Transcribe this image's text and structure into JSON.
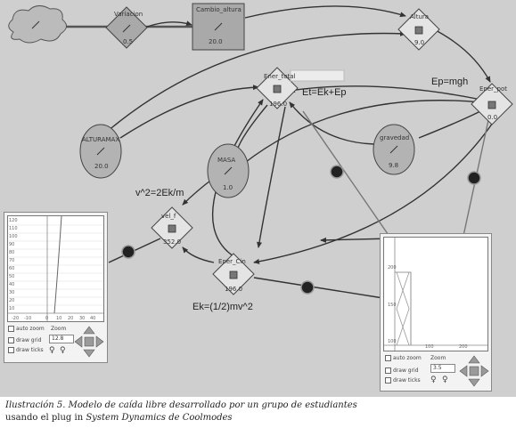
{
  "nodes": {
    "variacion": {
      "label": "Variacion",
      "value": "0.5"
    },
    "cambio_altura": {
      "label": "Cambio_altura",
      "value": "20.0"
    },
    "altura": {
      "label": "Altura",
      "value": "9.0"
    },
    "ener_total": {
      "label": "Ener_total",
      "value": "196.0"
    },
    "energia_potencial": {
      "label": "Ener_pot",
      "value": "0.0"
    },
    "alturamax": {
      "label": "ALTURAMAX",
      "value": "20.0"
    },
    "masa": {
      "label": "MASA",
      "value": "1.0"
    },
    "gravedad": {
      "label": "gravedad",
      "value": "9.8"
    },
    "vel": {
      "label": "vel_f",
      "value": "352.0"
    },
    "ener_cin": {
      "label": "Ener_Cin",
      "value": "196.0"
    }
  },
  "equations": {
    "et": "Et=Ek+Ep",
    "ep": "Ep=mgh",
    "v2": "v^2=2Ek/m",
    "ek": "Ek=(1/2)mv^2"
  },
  "panel_left": {
    "y_ticks": [
      "120",
      "110",
      "100",
      "90",
      "80",
      "70",
      "60",
      "50",
      "40",
      "30",
      "20",
      "10"
    ],
    "x_ticks": [
      "-20",
      "-10",
      "0",
      "10",
      "20",
      "30",
      "40"
    ],
    "auto_zoom": "auto zoom",
    "zoom_label": "Zoom",
    "zoom_value": "12.8",
    "draw_grid": "draw grid",
    "draw_ticks": "draw ticks"
  },
  "panel_right": {
    "y_ticks": [
      "200",
      "150",
      "100"
    ],
    "x_ticks": [
      "100",
      "200"
    ],
    "auto_zoom": "auto zoom",
    "zoom_label": "Zoom",
    "zoom_value": "3.5",
    "draw_grid": "draw grid",
    "draw_ticks": "draw ticks"
  },
  "caption": {
    "prefix": "Ilustración 5. Modelo de caída libre desarrollado por un grupo de estudiantes",
    "line2_a": "usando el plug in ",
    "line2_b": "System Dynamics de Coolmodes"
  }
}
